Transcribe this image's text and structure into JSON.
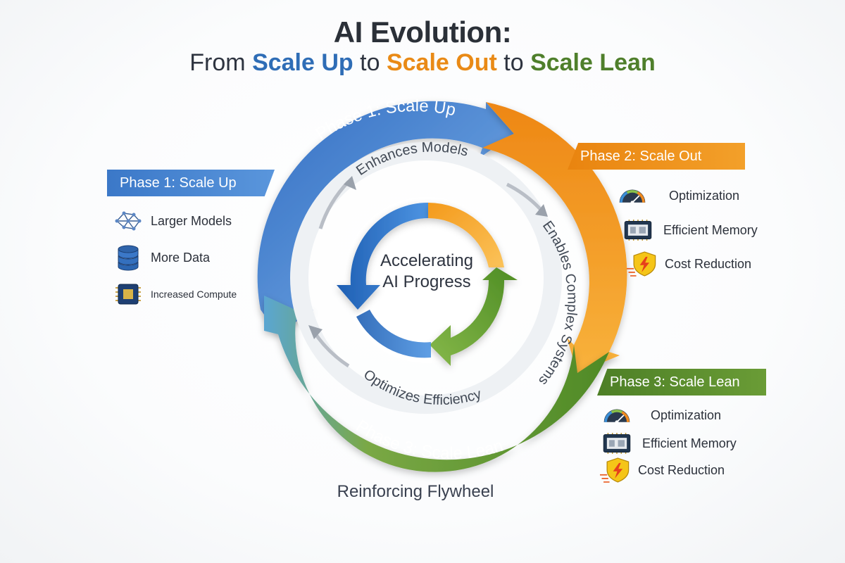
{
  "header": {
    "title": "AI Evolution:",
    "subtitle_from": "From",
    "subtitle_scale_up": "Scale Up",
    "subtitle_to1": "to",
    "subtitle_scale_out": "Scale Out",
    "subtitle_to2": "to",
    "subtitle_scale_lean": "Scale Lean"
  },
  "ring": {
    "phase1_label": "Phase 1: Scale Up",
    "phase3_label": "Phase 3: Scale Lean",
    "inner_top": "Enhances Models",
    "inner_right": "Enables Complex Systems",
    "inner_bottom": "Optimizes Efficiency",
    "center_line1": "Accelerating",
    "center_line2": "AI Progress"
  },
  "left_panel": {
    "banner": "Phase 1: Scale Up",
    "items": [
      {
        "label": "Larger Models",
        "icon": "network-icon"
      },
      {
        "label": "More Data",
        "icon": "database-icon"
      },
      {
        "label": "Increased Compute",
        "icon": "chip-icon"
      }
    ]
  },
  "right_top_panel": {
    "banner": "Phase 2: Scale Out",
    "items": [
      {
        "label": "Optimization",
        "icon": "gauge-icon"
      },
      {
        "label": "Efficient Memory",
        "icon": "memory-chip-icon"
      },
      {
        "label": "Cost Reduction",
        "icon": "lightning-shield-icon"
      }
    ]
  },
  "right_bottom_panel": {
    "banner": "Phase 3: Scale Lean",
    "items": [
      {
        "label": "Optimization",
        "icon": "gauge-icon"
      },
      {
        "label": "Efficient Memory",
        "icon": "memory-chip-icon"
      },
      {
        "label": "Cost Reduction",
        "icon": "lightning-shield-icon"
      }
    ]
  },
  "footer": {
    "caption": "Reinforcing Flywheel"
  },
  "colors": {
    "blue": "#3f7fd0",
    "orange": "#f39a22",
    "green": "#5f9333"
  }
}
